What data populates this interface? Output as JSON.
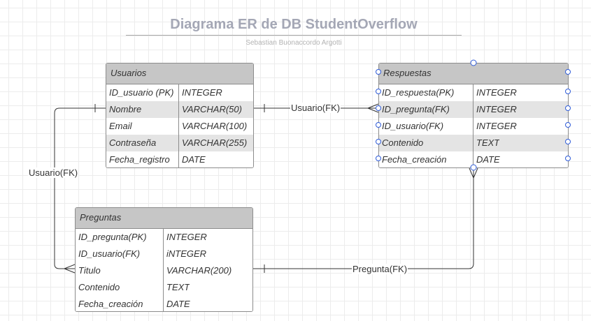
{
  "title": "Diagrama ER de DB StudentOverflow",
  "subtitle": "Sebastian Buonaccordo Argotti",
  "tables": {
    "usuarios": {
      "name": "Usuarios",
      "rows": [
        {
          "field": "ID_usuario (PK)",
          "type": "INTEGER"
        },
        {
          "field": "Nombre",
          "type": "VARCHAR(50)"
        },
        {
          "field": "Email",
          "type": "VARCHAR(100)"
        },
        {
          "field": "Contraseña",
          "type": "VARCHAR(255)"
        },
        {
          "field": "Fecha_registro",
          "type": "DATE"
        }
      ]
    },
    "respuestas": {
      "name": "Respuestas",
      "rows": [
        {
          "field": "ID_respuesta(PK)",
          "type": "INTEGER"
        },
        {
          "field": "ID_pregunta(FK)",
          "type": "INTEGER"
        },
        {
          "field": "ID_usuario(FK)",
          "type": "INTEGER"
        },
        {
          "field": "Contenido",
          "type": "TEXT"
        },
        {
          "field": "Fecha_creación",
          "type": "DATE"
        }
      ]
    },
    "preguntas": {
      "name": "Preguntas",
      "rows": [
        {
          "field": "ID_pregunta(PK)",
          "type": "INTEGER"
        },
        {
          "field": "ID_usuario(FK)",
          "type": "iNTEGER"
        },
        {
          "field": "Titulo",
          "type": "VARCHAR(200)"
        },
        {
          "field": "Contenido",
          "type": "TEXT"
        },
        {
          "field": "Fecha_creación",
          "type": "DATE"
        }
      ]
    }
  },
  "relationships": {
    "usuarios_respuestas": "Usuario(FK)",
    "usuarios_preguntas": "Usuario(FK)",
    "preguntas_respuestas": "Pregunta(FK)"
  },
  "colors": {
    "header": "#c6c6c6",
    "row_alt": "#e4e4e4",
    "title": "#a4a7b5",
    "line": "#333333",
    "selection": "#2e5bd8"
  }
}
